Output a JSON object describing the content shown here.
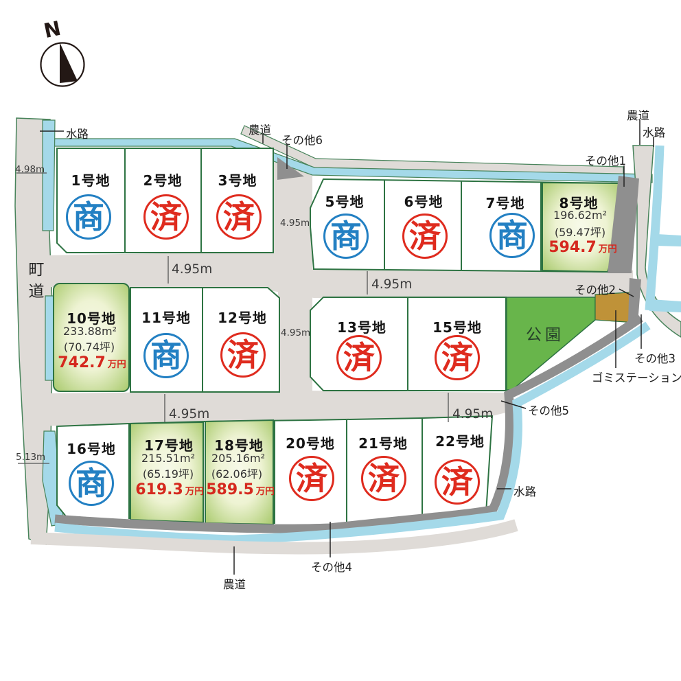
{
  "compass": {
    "north": "N"
  },
  "annotations": {
    "waterway": "水路",
    "farm_road": "農道",
    "town_road": "町道",
    "park": "公園",
    "garbage_station": "ゴミステーション",
    "other1": "その他1",
    "other2": "その他2",
    "other3": "その他3",
    "other4": "その他4",
    "other5": "その他5",
    "other6": "その他6"
  },
  "road_widths": {
    "left_top": "4.98m",
    "left_bottom": "5.13m",
    "standard": "4.95m"
  },
  "status_colors": {
    "negotiating_blue": "#2380c3",
    "sold_red": "#df2b1e",
    "price_red": "#d5281e",
    "available_green": "#a7c96a",
    "park_green": "#68b54b",
    "garbage_brown": "#bf9238",
    "waterway_blue": "#a4d9e9",
    "road_gray": "#dfdbd7",
    "other_gray": "#8f8f8f"
  },
  "lots": [
    {
      "name": "1号地",
      "status": "商",
      "status_type": "negotiating"
    },
    {
      "name": "2号地",
      "status": "済",
      "status_type": "sold"
    },
    {
      "name": "3号地",
      "status": "済",
      "status_type": "sold"
    },
    {
      "name": "5号地",
      "status": "商",
      "status_type": "negotiating"
    },
    {
      "name": "6号地",
      "status": "済",
      "status_type": "sold"
    },
    {
      "name": "7号地",
      "status": "商",
      "status_type": "negotiating"
    },
    {
      "name": "8号地",
      "area": "196.62m²",
      "tsubo": "(59.47坪)",
      "price": "594.7",
      "price_unit": "万円",
      "status_type": "available"
    },
    {
      "name": "10号地",
      "area": "233.88m²",
      "tsubo": "(70.74坪)",
      "price": "742.7",
      "price_unit": "万円",
      "status_type": "available"
    },
    {
      "name": "11号地",
      "status": "商",
      "status_type": "negotiating"
    },
    {
      "name": "12号地",
      "status": "済",
      "status_type": "sold"
    },
    {
      "name": "13号地",
      "status": "済",
      "status_type": "sold"
    },
    {
      "name": "15号地",
      "status": "済",
      "status_type": "sold"
    },
    {
      "name": "16号地",
      "status": "商",
      "status_type": "negotiating"
    },
    {
      "name": "17号地",
      "area": "215.51m²",
      "tsubo": "(65.19坪)",
      "price": "619.3",
      "price_unit": "万円",
      "status_type": "available"
    },
    {
      "name": "18号地",
      "area": "205.16m²",
      "tsubo": "(62.06坪)",
      "price": "589.5",
      "price_unit": "万円",
      "status_type": "available"
    },
    {
      "name": "20号地",
      "status": "済",
      "status_type": "sold"
    },
    {
      "name": "21号地",
      "status": "済",
      "status_type": "sold"
    },
    {
      "name": "22号地",
      "status": "済",
      "status_type": "sold"
    }
  ]
}
